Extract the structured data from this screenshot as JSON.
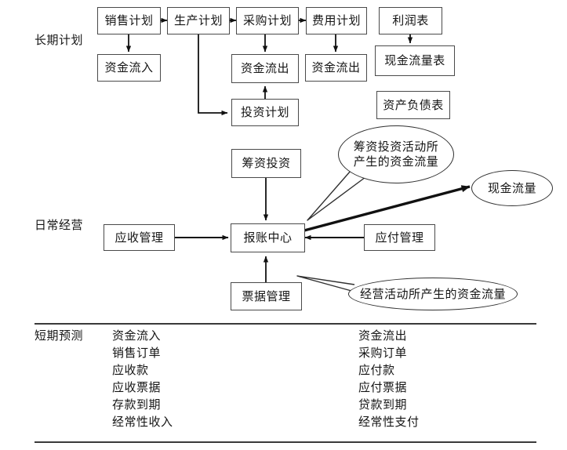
{
  "rows": {
    "long_term_label": "长期计划",
    "daily_ops_label": "日常经营",
    "short_term_label": "短期预测"
  },
  "boxes": {
    "sales_plan": "销售计划",
    "production_plan": "生产计划",
    "purchase_plan": "采购计划",
    "expense_plan": "费用计划",
    "income_statement": "利润表",
    "cash_inflow": "资金流入",
    "cash_outflow_purchase": "资金流出",
    "cash_outflow_expense": "资金流出",
    "cash_flow_statement": "现金流量表",
    "investment_plan": "投资计划",
    "balance_sheet": "资产负债表",
    "financing_investment": "筹资投资",
    "receivable_mgmt": "应收管理",
    "reimbursement_center": "报账中心",
    "payable_mgmt": "应付管理",
    "bill_mgmt": "票据管理"
  },
  "ellipses": {
    "cash_flow": "现金流量"
  },
  "callouts": {
    "financing_flow_line1": "筹资投资活动所",
    "financing_flow_line2": "产生的资金流量",
    "operating_flow": "经营活动所产生的资金流量"
  },
  "short_term_list": {
    "left": [
      "资金流入",
      "销售订单",
      "应收款",
      "应收票据",
      "存款到期",
      "经常性收入"
    ],
    "right": [
      "资金流出",
      "采购订单",
      "应付款",
      "应付票据",
      "贷款到期",
      "经常性支付"
    ]
  },
  "colors": {
    "stroke": "#4a4a4a",
    "arrow": "#111111",
    "background": "#ffffff",
    "text": "#151515"
  }
}
